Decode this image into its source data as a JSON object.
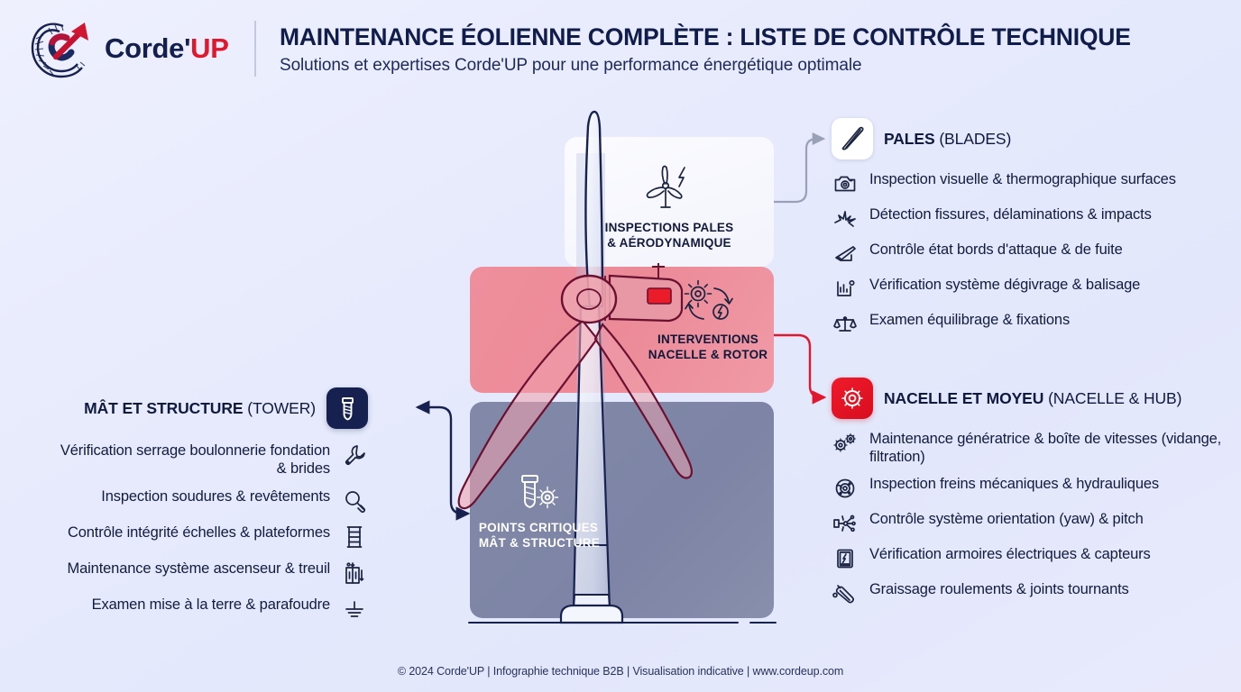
{
  "brand": {
    "logo_icon": "rope-loop-arrow-logo",
    "name_part1": "Corde'",
    "name_part2": "UP",
    "navy": "#131f4d",
    "red": "#e0182d"
  },
  "header": {
    "title": "MAINTENANCE ÉOLIENNE COMPLÈTE : LISTE DE CONTRÔLE TECHNIQUE",
    "subtitle": "Solutions et expertises Corde'UP pour une performance énergétique optimale"
  },
  "center_panels": {
    "blades": {
      "icon": "wind-turbine-lightning-icon",
      "label_line1": "INSPECTIONS PALES",
      "label_line2": "& AÉRODYNAMIQUE",
      "background": "#f7f8fe"
    },
    "nacelle": {
      "icon": "gear-recycle-lightning-icon",
      "label_line1": "INTERVENTIONS",
      "label_line2": "NACELLE & ROTOR",
      "background": "#ee8d9b"
    },
    "tower": {
      "icon": "bolt-gear-icon",
      "label_line1": "POINTS CRITIQUES",
      "label_line2": "MÂT & STRUCTURE",
      "background": "#8188a7"
    }
  },
  "sections": {
    "blades": {
      "badge_icon": "turbine-blade-icon",
      "badge_color": "#ffffff",
      "title_bold": "PALES",
      "title_regular": "(BLADES)",
      "items": [
        {
          "icon": "camera-icon",
          "text": "Inspection visuelle & thermographique surfaces"
        },
        {
          "icon": "crack-detection-icon",
          "text": "Détection fissures, délaminations & impacts"
        },
        {
          "icon": "blade-edge-icon",
          "text": "Contrôle état bords d'attaque & de fuite"
        },
        {
          "icon": "de-icing-beacon-icon",
          "text": "Vérification système dégivrage & balisage"
        },
        {
          "icon": "balance-scale-icon",
          "text": "Examen équilibrage & fixations"
        }
      ]
    },
    "nacelle": {
      "badge_icon": "gear-icon",
      "badge_color": "#e0182d",
      "title_bold": "NACELLE ET MOYEU",
      "title_regular": "(NACELLE & HUB)",
      "items": [
        {
          "icon": "gears-icon",
          "text": "Maintenance génératrice & boîte de vitesses (vidange, filtration)"
        },
        {
          "icon": "brake-disc-icon",
          "text": "Inspection freins mécaniques & hydrauliques"
        },
        {
          "icon": "yaw-pitch-motor-icon",
          "text": "Contrôle système orientation (yaw) & pitch"
        },
        {
          "icon": "electrical-cabinet-icon",
          "text": "Vérification armoires électriques & capteurs"
        },
        {
          "icon": "grease-gun-icon",
          "text": "Graissage roulements & joints tournants"
        }
      ]
    },
    "tower": {
      "badge_icon": "bolt-screw-icon",
      "badge_color": "#16214f",
      "title_bold": "MÂT ET STRUCTURE",
      "title_regular": "(TOWER)",
      "items": [
        {
          "icon": "wrench-icon",
          "text": "Vérification serrage boulonnerie fondation & brides"
        },
        {
          "icon": "magnifier-icon",
          "text": "Inspection soudures & revêtements"
        },
        {
          "icon": "ladder-icon",
          "text": "Contrôle intégrité échelles & plateformes"
        },
        {
          "icon": "elevator-icon",
          "text": "Maintenance système ascenseur & treuil"
        },
        {
          "icon": "grounding-icon",
          "text": "Examen mise à la terre & parafoudre"
        }
      ]
    }
  },
  "connectors": {
    "blades_color": "#9aa0b8",
    "nacelle_color": "#e0182d",
    "tower_color": "#16214f"
  },
  "footer": {
    "text": "© 2024 Corde'UP | Infographie technique B2B | Visualisation indicative | www.cordeup.com"
  }
}
